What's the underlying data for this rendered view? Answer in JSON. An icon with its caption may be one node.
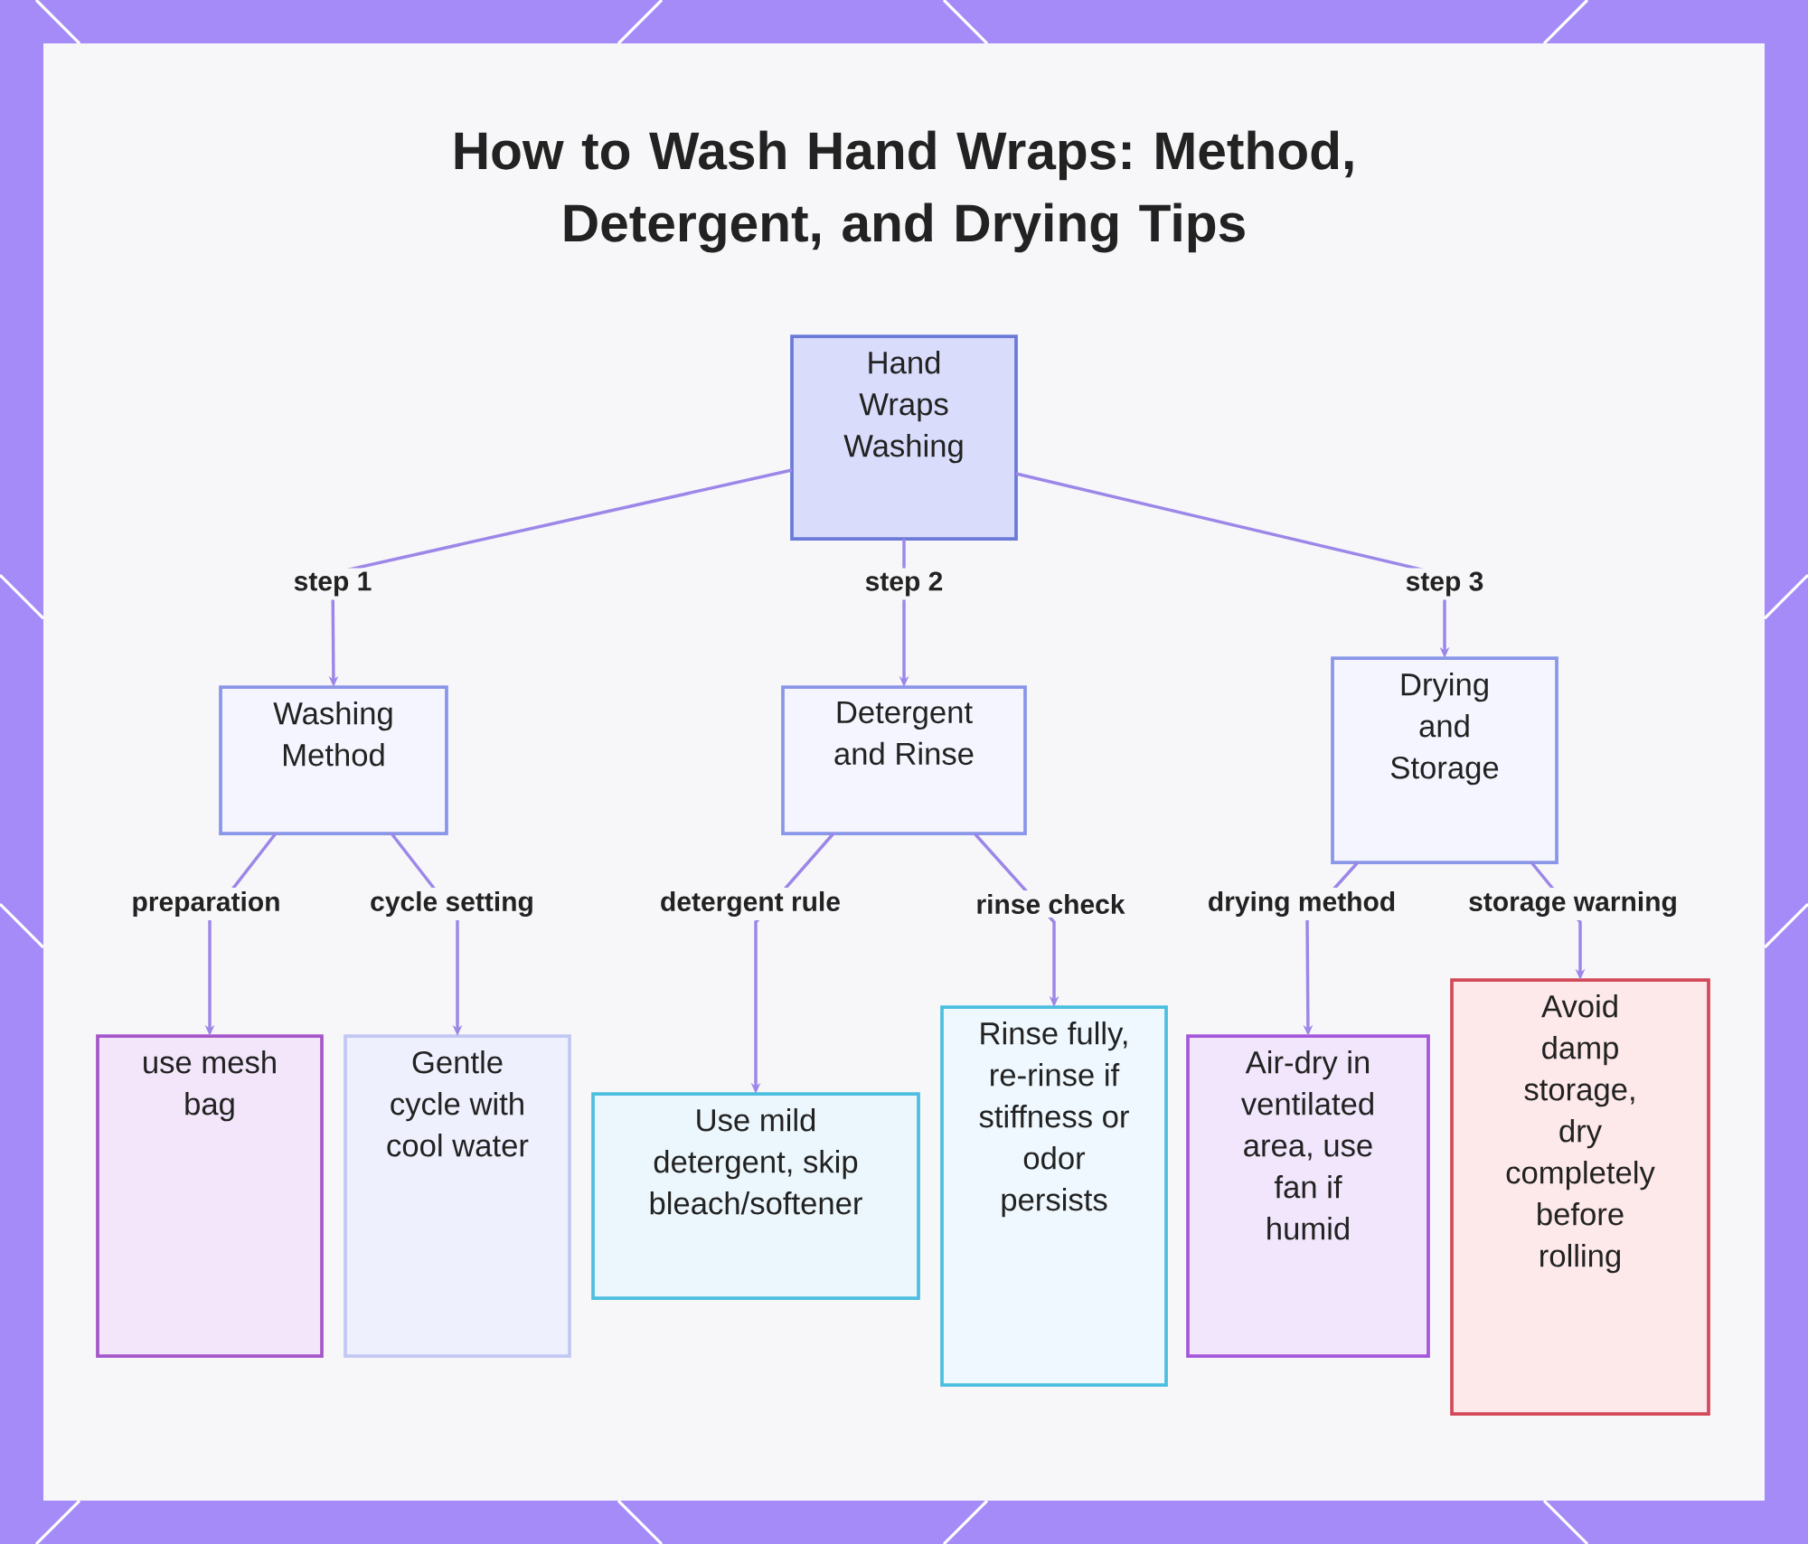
{
  "diagram": {
    "title": "How to Wash Hand Wraps: Method, Detergent, and Drying Tips",
    "nodes": [
      {
        "text": [
          "Hand Wraps Washing"
        ]
      },
      {
        "text": [
          "Washing Method"
        ]
      },
      {
        "text": [
          "Detergent and Rinse"
        ]
      },
      {
        "text": [
          "Drying and Storage"
        ]
      },
      {
        "text": [
          "use mesh bag"
        ]
      },
      {
        "text": [
          "Gentle cycle with cool water"
        ]
      },
      {
        "text": [
          "Use mild detergent, skip bleach/softener"
        ]
      },
      {
        "text": [
          "Rinse fully, re-rinse if stiffness or odor persists"
        ]
      },
      {
        "text": [
          "Air-dry in ventilated area, use fan if humid"
        ]
      },
      {
        "text": [
          "Avoid damp storage, dry completely before rolling"
        ]
      }
    ],
    "edges": [
      {
        "from": 0,
        "to": 1,
        "arrow": "to",
        "label": "step 1"
      },
      {
        "from": 0,
        "to": 2,
        "arrow": "to",
        "label": "step 2"
      },
      {
        "from": 0,
        "to": 3,
        "arrow": "to",
        "label": "step 3"
      },
      {
        "from": 1,
        "to": 4,
        "arrow": "to",
        "label": "preparation"
      },
      {
        "from": 1,
        "to": 5,
        "arrow": "to",
        "label": "cycle setting"
      },
      {
        "from": 2,
        "to": 6,
        "arrow": "to",
        "label": "detergent rule"
      },
      {
        "from": 2,
        "to": 7,
        "arrow": "to",
        "label": "rinse check"
      },
      {
        "from": 3,
        "to": 8,
        "arrow": "to",
        "label": "drying method"
      },
      {
        "from": 3,
        "to": 9,
        "arrow": "to",
        "label": "storage warning"
      }
    ]
  }
}
